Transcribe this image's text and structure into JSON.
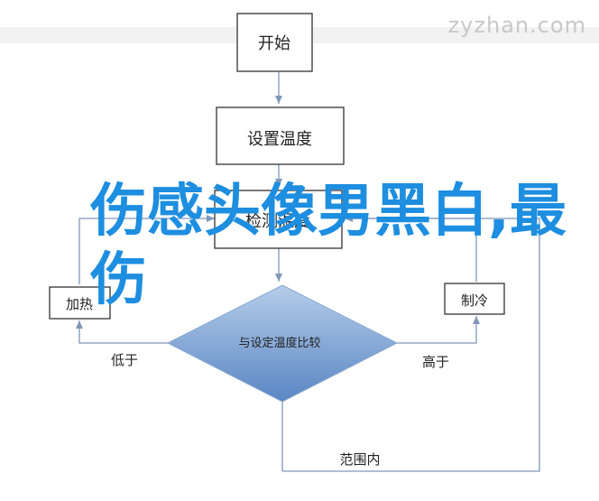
{
  "watermark": "zyzhan.com",
  "flowchart": {
    "start": "开始",
    "set_temp": "设置温度",
    "detect_temp": "检测温度",
    "heat": "加热",
    "cool": "制冷",
    "compare": "与设定温度比较",
    "low": "低于",
    "high": "高于",
    "in_range": "范围内"
  },
  "overlay": {
    "title": "伤感头像男黑白,最伤"
  },
  "colors": {
    "diamond_top": "#a9c3e3",
    "diamond_bottom": "#5b86c4",
    "arrow": "#8097b8",
    "overlay_text": "#1d8ee0"
  }
}
